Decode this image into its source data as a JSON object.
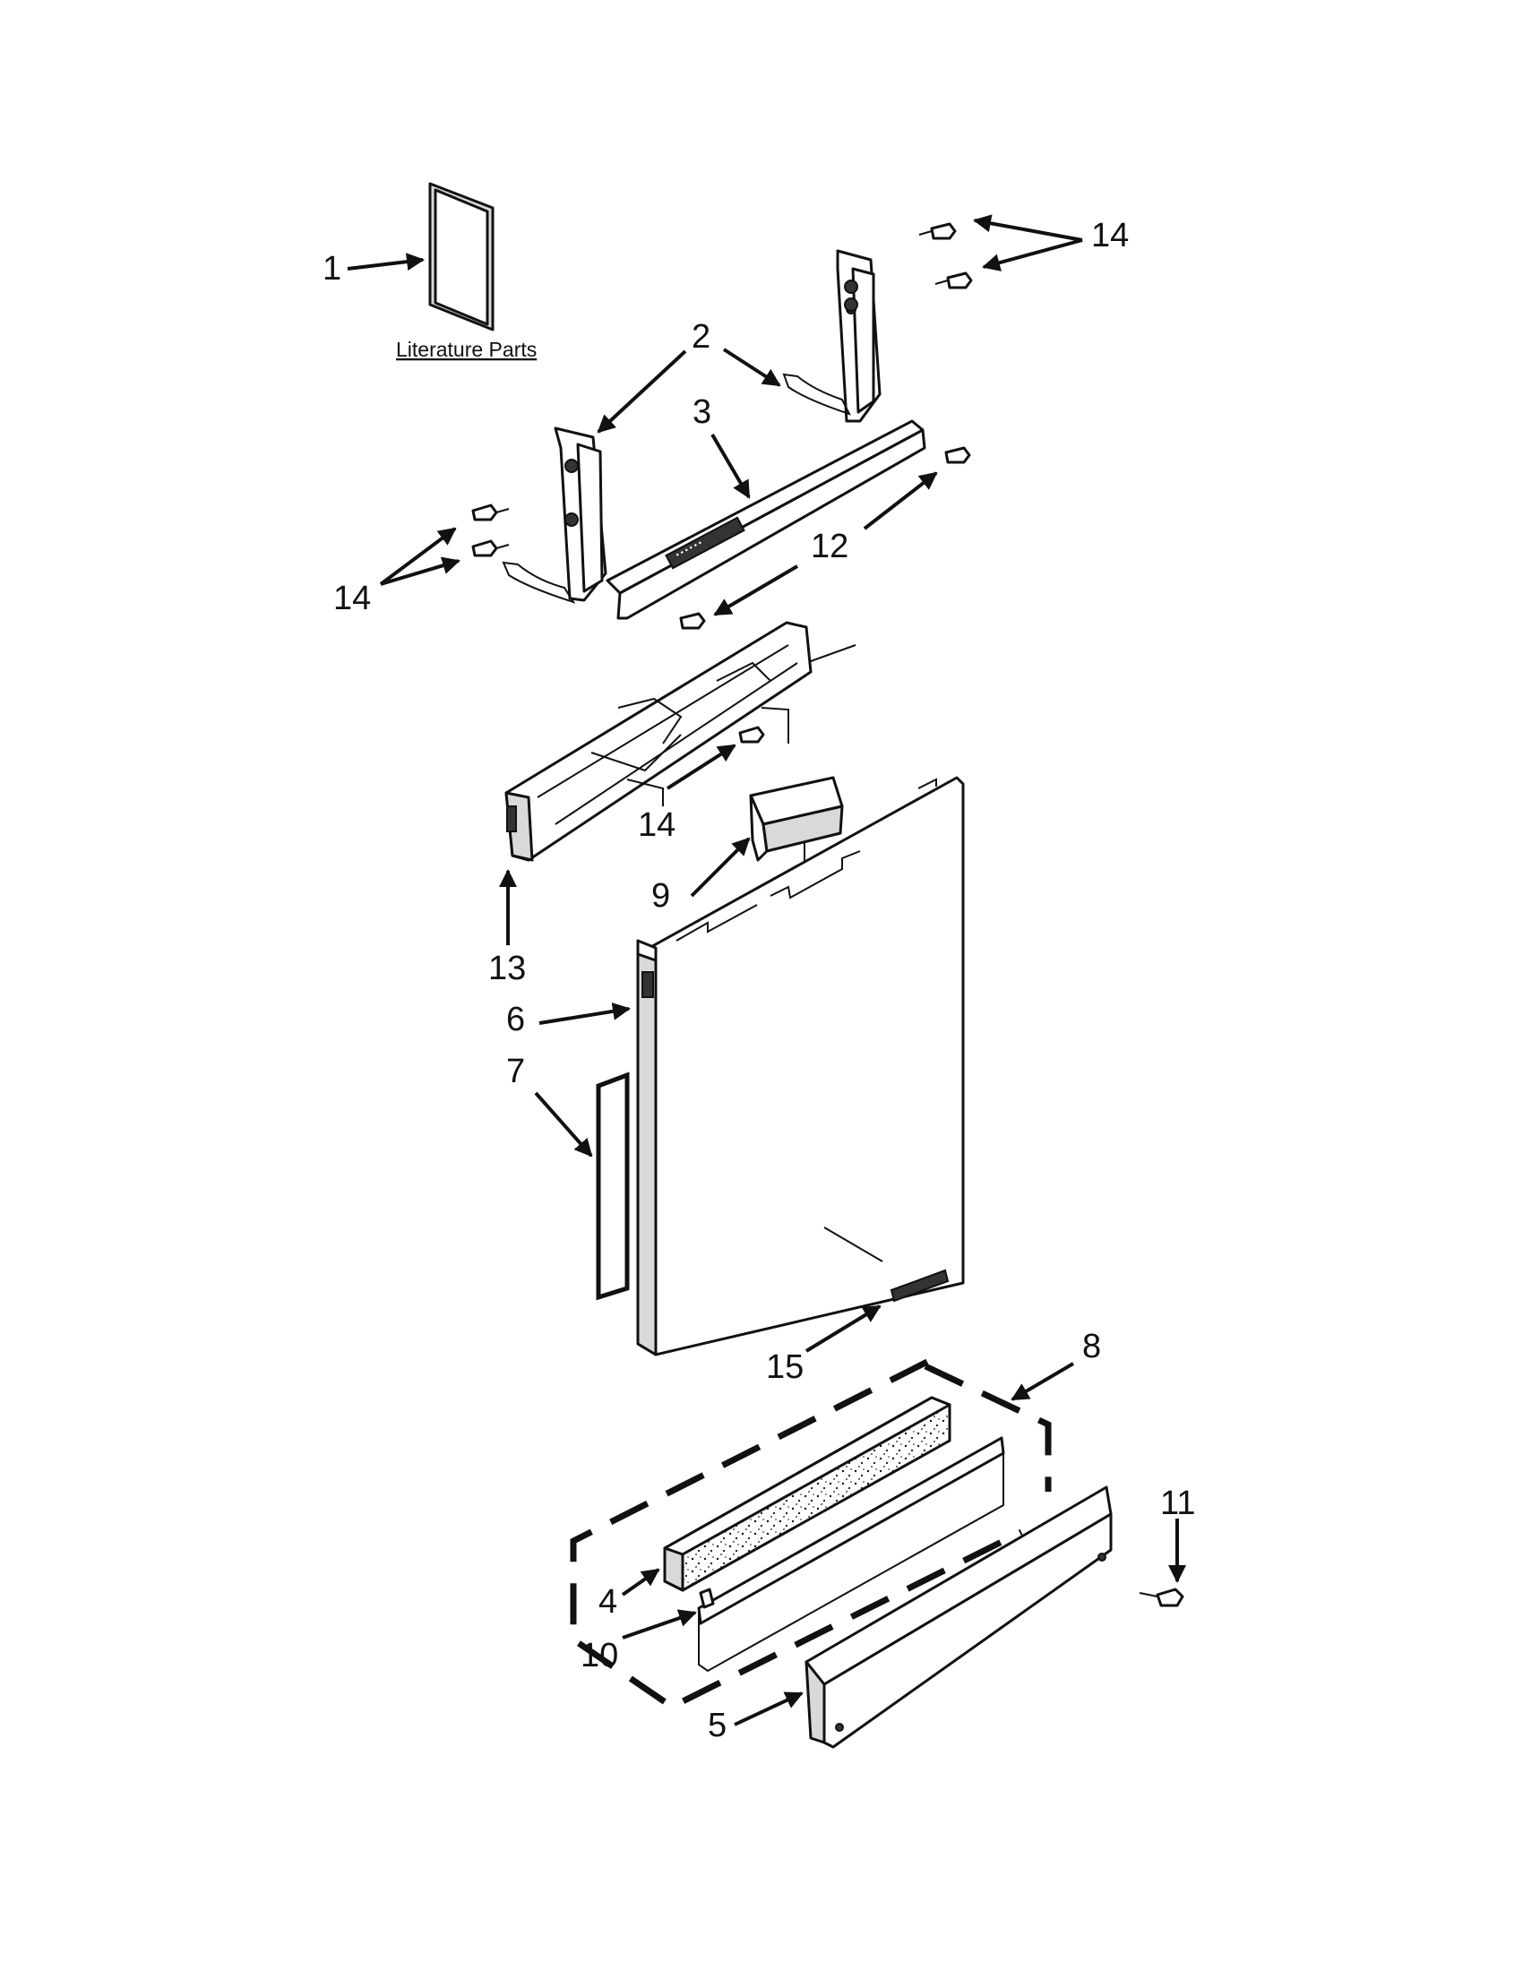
{
  "caption": "Literature Parts",
  "callouts": {
    "c1": "1",
    "c2": "2",
    "c3": "3",
    "c4": "4",
    "c5": "5",
    "c6": "6",
    "c7": "7",
    "c8": "8",
    "c9": "9",
    "c10": "10",
    "c11": "11",
    "c12": "12",
    "c13": "13",
    "c14_top": "14",
    "c14_left": "14",
    "c14_mid": "14",
    "c15": "15"
  }
}
